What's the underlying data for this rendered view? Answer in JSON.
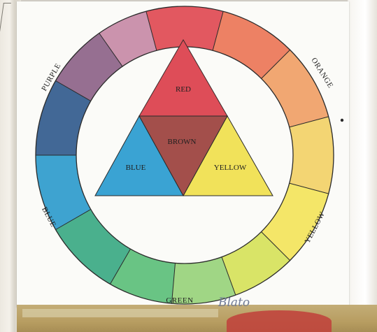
{
  "colors": {
    "red": "#df4a52",
    "red_orange": "#ec7657",
    "orange": "#f0a066",
    "yellow_orange": "#f2d167",
    "yellow": "#f3e45b",
    "yellow_green": "#d6e25a",
    "green_light": "#98d37b",
    "green": "#5cbf7a",
    "green_teal": "#3ba983",
    "blue": "#2e9bcc",
    "blue_navy": "#325b8d",
    "purple": "#8d6388",
    "purple_pink": "#c78aa6",
    "brown": "#a34f4b",
    "tri_red": "#de4d58",
    "tri_blue": "#3aa3d3",
    "tri_yellow": "#f1e25a",
    "ink": "#1f1f1f"
  },
  "ring_labels": {
    "purple": "PURPLE",
    "orange": "ORANGE",
    "blue": "BLUE",
    "yellow": "YELLOW",
    "green": "GREEN"
  },
  "triangle_labels": {
    "red": "RED",
    "brown": "BROWN",
    "blue": "BLUE",
    "yellow": "YELLOW"
  },
  "handwriting": "Blato"
}
